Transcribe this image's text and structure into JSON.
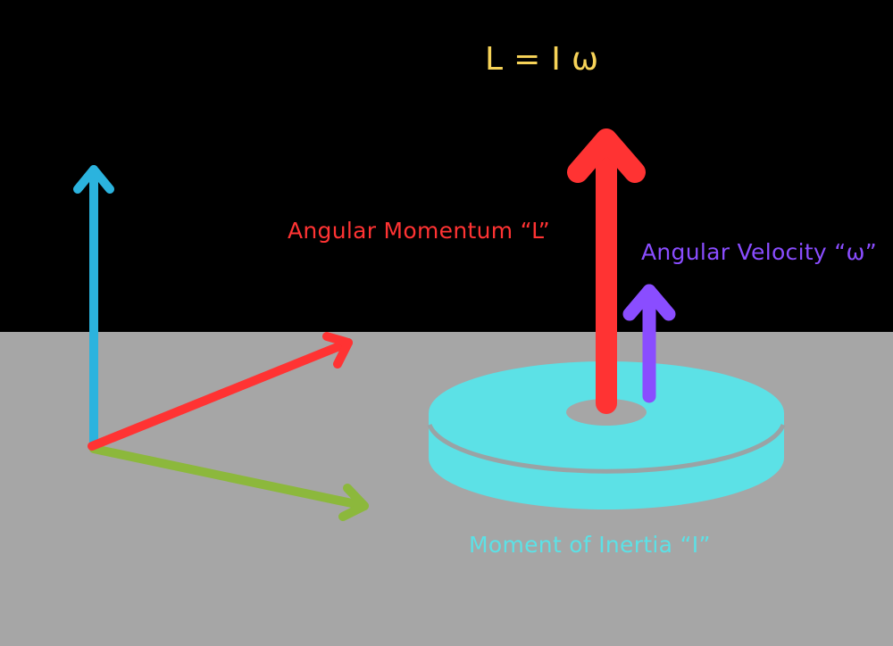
{
  "equation": "L = I ω",
  "labels": {
    "angular_momentum": "Angular Momentum “L”",
    "angular_velocity": "Angular Velocity “ω”",
    "moment_of_inertia": "Moment of Inertia “I”"
  },
  "colors": {
    "sky": "#000000",
    "ground": "#a6a6a6",
    "equation": "#f7d358",
    "momentum": "#ff3333",
    "velocity": "#8a4dff",
    "inertia": "#5ce1e6",
    "axis_vertical": "#2bb3de",
    "axis_green": "#8cb83c"
  }
}
